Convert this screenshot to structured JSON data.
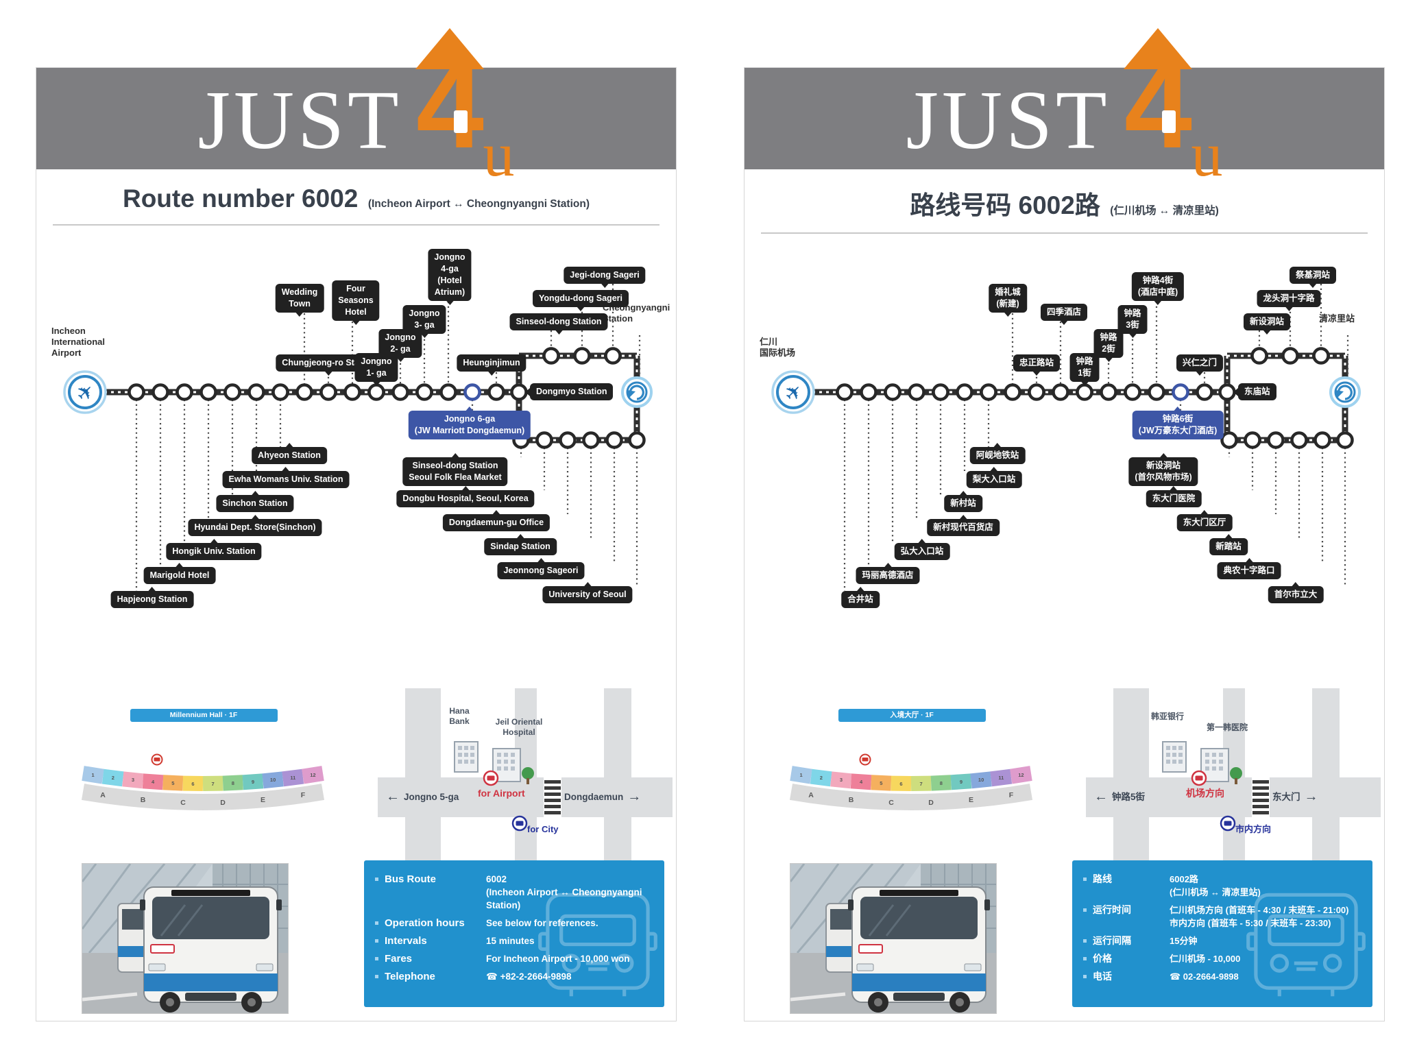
{
  "brand": {
    "word": "JUST",
    "four": "4",
    "u": "u"
  },
  "terminal": {
    "letters": [
      "A",
      "B",
      "C",
      "D",
      "E",
      "F"
    ],
    "numbers": [
      "1",
      "2",
      "3",
      "4",
      "5",
      "6",
      "7",
      "8",
      "9",
      "10",
      "11",
      "12"
    ]
  },
  "pages": [
    {
      "lang": "en",
      "title": "Route number 6002",
      "subtitle": "(Incheon Airport ↔ Cheongnyangni Station)",
      "terminal_pill": "Millennium Hall · 1F",
      "map": {
        "airport": "Incheon\nInternational\nAirport",
        "above": [
          "Wedding\nTown",
          "Chungjeong-ro Station",
          "Four\nSeasons\nHotel",
          "Jongno\n1- ga",
          "Jongno\n2- ga",
          "Jongno\n3- ga",
          "Jongno\n4-ga\n(Hotel\nAtrium)",
          "Heunginjimun"
        ],
        "below": [
          "Hapjeong Station",
          "Marigold Hotel",
          "Hongik Univ. Station",
          "Hyundai Dept. Store(Sinchon)",
          "Sinchon Station",
          "Ewha Womans Univ. Station",
          "Ahyeon Station"
        ],
        "jongno6": "Jongno 6-ga\n(JW Marriott Dongdaemun)",
        "dongmyo": "Dongmyo Station",
        "loop_top": [
          "Sinseol-dong Station",
          "Yongdu-dong Sageri",
          "Jegi-dong Sageri"
        ],
        "terminus": "Cheongnyangni\nStation",
        "loop_bottom": [
          "Sinseol-dong Station\nSeoul Folk Flea Market",
          "Dongbu Hospital, Seoul, Korea",
          "Dongdaemun-gu Office",
          "Sindap Station",
          "Jeonnong Sageori",
          "University of Seoul"
        ]
      },
      "street": {
        "bank": "Hana\nBank",
        "hospital": "Jeil Oriental\nHospital",
        "stop_airport": "for Airport",
        "stop_city": "for City",
        "road_left": "Jongno 5-ga",
        "road_right": "Dongdaemun"
      },
      "info": {
        "rows": [
          {
            "label": "Bus Route",
            "value": "6002\n(Incheon Airport ↔ Cheongnyangni Station)"
          },
          {
            "label": "Operation hours",
            "value": "See below for references."
          },
          {
            "label": "Intervals",
            "value": "15 minutes"
          },
          {
            "label": "Fares",
            "value": "For Incheon Airport - 10,000 won"
          },
          {
            "label": "Telephone",
            "value": "☎ +82-2-2664-9898"
          }
        ]
      }
    },
    {
      "lang": "zh",
      "title": "路线号码 6002路",
      "subtitle": "(仁川机场 ↔ 清凉里站)",
      "terminal_pill": "入境大厅 · 1F",
      "map": {
        "airport": "仁川\n国际机场",
        "above": [
          "婚礼城\n(新建)",
          "忠正路站",
          "四季酒店",
          "钟路\n1街",
          "钟路\n2街",
          "钟路\n3街",
          "钟路4街\n(酒店中庭)",
          "兴仁之门"
        ],
        "below": [
          "合井站",
          "玛丽高德酒店",
          "弘大入口站",
          "新村现代百货店",
          "新村站",
          "梨大入口站",
          "阿岘地铁站"
        ],
        "jongno6": "钟路6街\n(JW万豪东大门酒店)",
        "dongmyo": "东庙站",
        "loop_top": [
          "新设洞站",
          "龙头洞十字路",
          "祭基洞站"
        ],
        "terminus": "清凉里站",
        "loop_bottom": [
          "新设洞站\n(首尔风物市场)",
          "东大门医院",
          "东大门区厅",
          "新踏站",
          "典农十字路口",
          "首尔市立大"
        ]
      },
      "street": {
        "bank": "韩亚银行",
        "hospital": "第一韩医院",
        "stop_airport": "机场方向",
        "stop_city": "市内方向",
        "road_left": "钟路5街",
        "road_right": "东大门"
      },
      "info": {
        "rows": [
          {
            "label": "路线",
            "value": "6002路\n(仁川机场 ↔ 清凉里站)"
          },
          {
            "label": "运行时间",
            "value": "仁川机场方向 (首班车 - 4:30 / 末班车 - 21:00)\n市内方向 (首班车 - 5:30 / 末班车 - 23:30)"
          },
          {
            "label": "运行间隔",
            "value": "15分钟"
          },
          {
            "label": "价格",
            "value": "仁川机场 - 10,000"
          },
          {
            "label": "电话",
            "value": "☎ 02-2664-9898"
          }
        ]
      }
    }
  ]
}
